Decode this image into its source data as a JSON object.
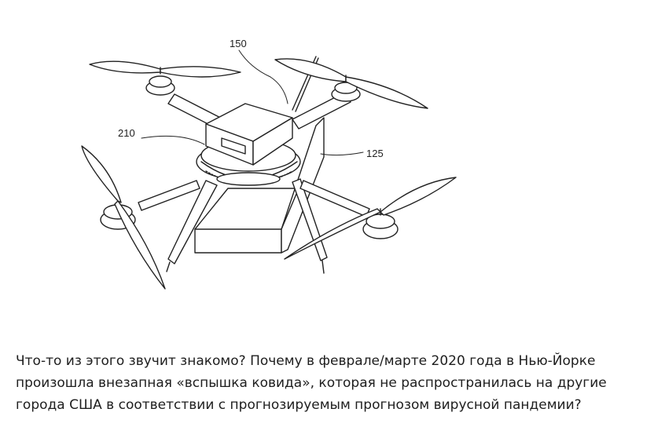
{
  "figure": {
    "reference_labels": [
      "150",
      "210",
      "125"
    ]
  },
  "article": {
    "lines": [
      "Что-то из этого звучит знакомо? Почему в феврале/марте 2020 года в Нью-Йорке",
      "произошла внезапная «вспышка ковида», которая не распространилась на другие",
      "города США в соответствии с прогнозируемым прогнозом вирусной пандемии?"
    ]
  }
}
